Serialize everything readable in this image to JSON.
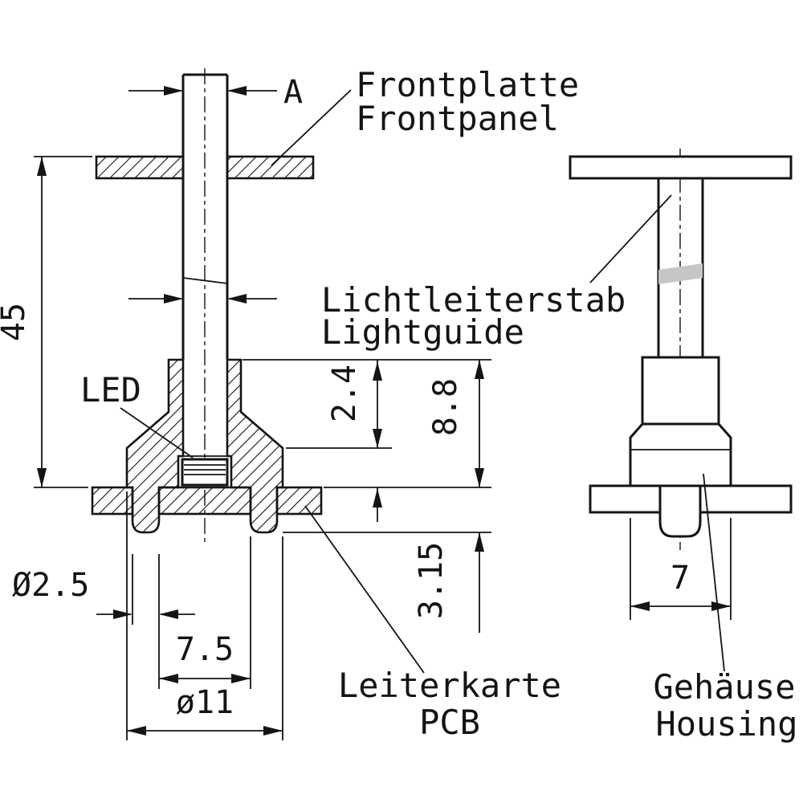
{
  "drawing": {
    "type": "technical-drawing",
    "subject": "LED lightguide mount, two section views with dimensions",
    "colors": {
      "line": "#141414",
      "background": "#ffffff",
      "shade": "#c6c6c6"
    },
    "labels": {
      "frontpanel_de": "Frontplatte",
      "frontpanel_en": "Frontpanel",
      "lightguide_de": "Lichtleiterstab",
      "lightguide_en": "Lightguide",
      "led": "LED",
      "pcb_de": "Leiterkarte",
      "pcb_en": "PCB",
      "housing_de": "Gehäuse",
      "housing_en": "Housing"
    },
    "dimensions": {
      "width_a": "A",
      "height_45": "45",
      "dim_2_4": "2.4",
      "dim_8_8": "8.8",
      "dim_3_15": "3.15",
      "dia_2_5": "Ø2.5",
      "dim_7_5": "7.5",
      "dia_11": "ø11",
      "dim_7": "7"
    }
  }
}
